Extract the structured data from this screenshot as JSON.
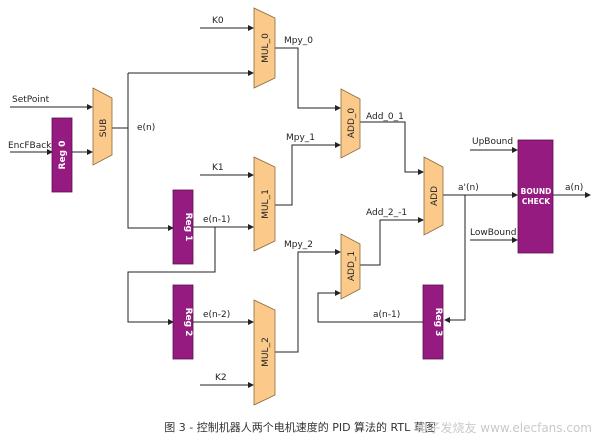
{
  "diagram": {
    "caption": "图 3 - 控制机器人两个电机速度的 PID 算法的 RTL 草图",
    "watermark": "电子发烧友 www.elecfans.com",
    "blocks": {
      "sub": "SUB",
      "reg0": "Reg 0",
      "reg1": "Reg 1",
      "reg2": "Reg 2",
      "reg3": "Reg 3",
      "mul0": "MUL_0",
      "mul1": "MUL_1",
      "mul2": "MUL_2",
      "add0": "ADD_0",
      "add1": "ADD_1",
      "add": "ADD",
      "bound_check_line1": "BOUND",
      "bound_check_line2": "CHECK"
    },
    "signals": {
      "setpoint": "SetPoint",
      "encfback": "EncFBack",
      "k0": "K0",
      "k1": "K1",
      "k2": "K2",
      "en": "e(n)",
      "en1": "e(n-1)",
      "en2": "e(n-2)",
      "mpy0": "Mpy_0",
      "mpy1": "Mpy_1",
      "mpy2": "Mpy_2",
      "add01": "Add_0_1",
      "add21": "Add_2_-1",
      "an_prime": "a'(n)",
      "an1": "a(n-1)",
      "an": "a(n)",
      "upbound": "UpBound",
      "lowbound": "LowBound"
    }
  }
}
